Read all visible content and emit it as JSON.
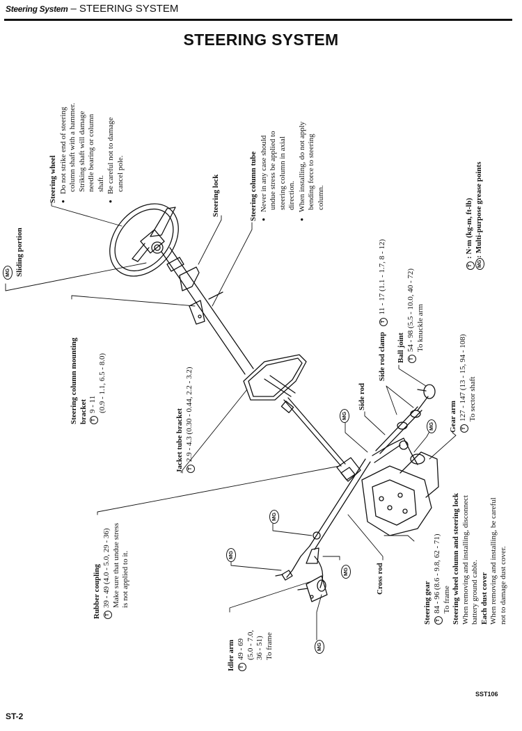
{
  "header": {
    "section": "Steering System",
    "separator": "–",
    "chapter": "STEERING SYSTEM"
  },
  "title": "STEERING SYSTEM",
  "legend": {
    "torque_symbol": "T",
    "torque_text": ": N·m (kg-m, ft-lb)",
    "grease_symbol": "MG",
    "grease_text": ": Multi-purpose grease points"
  },
  "mg_badge_text": "MG",
  "callouts": {
    "steering_wheel": {
      "title": "Steering wheel",
      "notes": [
        [
          "Do not strike end of steering",
          "column shaft with a hammer.",
          "Striking shaft will damage",
          "needle bearing or column",
          "shaft."
        ],
        [
          "Be careful not to damage",
          "cancel pole."
        ]
      ]
    },
    "sliding_portion": {
      "title": "Sliding portion"
    },
    "steering_lock": {
      "title": "Steering lock"
    },
    "steering_column_tube": {
      "title": "Steering column tube",
      "notes": [
        [
          "Never in any case should",
          "undue stress be applied to",
          "steering column in axial",
          "direction."
        ],
        [
          "When installing, do not apply",
          "bending force to steering",
          "column."
        ]
      ]
    },
    "column_mounting_bracket": {
      "title_lines": [
        "Steering column mounting",
        "bracket"
      ],
      "torque": "9 - 11",
      "torque_alt": "(0.9 - 1.1, 6.5 - 8.0)"
    },
    "jacket_tube_bracket": {
      "title": "Jacket tube bracket",
      "torque": "2.9 - 4.3 (0.30 - 0.44, 2.2 - 3.2)"
    },
    "side_rod": {
      "title": "Side rod"
    },
    "side_rod_clamp": {
      "title": "Side rod clamp",
      "torque": "11 - 17 (1.1 - 1.7, 8 - 12)"
    },
    "ball_joint": {
      "title": "Ball joint",
      "torque": "54 - 98 (5.5 - 10.0, 40 - 72)",
      "note": "To knuckle arm"
    },
    "gear_arm": {
      "title": "Gear arm",
      "torque": "127 - 147 (13 - 15, 94 - 108)",
      "note": "To sector shaft"
    },
    "rubber_coupling": {
      "title": "Rubber coupling",
      "torque": "39 - 49 (4.0 - 5.0, 29 - 36)",
      "notes": [
        "Make sure that undue stress",
        "is not applied to it."
      ]
    },
    "idler_arm": {
      "title": "Idler arm",
      "torque_lines": [
        "49 - 69",
        "(5.0 - 7.0,",
        "36 - 51)"
      ],
      "note": "To frame"
    },
    "cross_rod": {
      "title": "Cross rod"
    },
    "steering_gear": {
      "title": "Steering gear",
      "torque": "84 - 96 (8.6 - 9.8, 62 - 71)",
      "note": "To frame",
      "extra": [
        {
          "heading": "Steering wheel column and steering lock",
          "lines": [
            "When removing and installing, disconnect",
            "battery ground cable."
          ]
        },
        {
          "heading": "Each dust cover",
          "lines": [
            "When removing and installing, be careful",
            "not to damage dust cover."
          ]
        }
      ]
    }
  },
  "figure_id": "SST106",
  "page_number": "ST-2"
}
